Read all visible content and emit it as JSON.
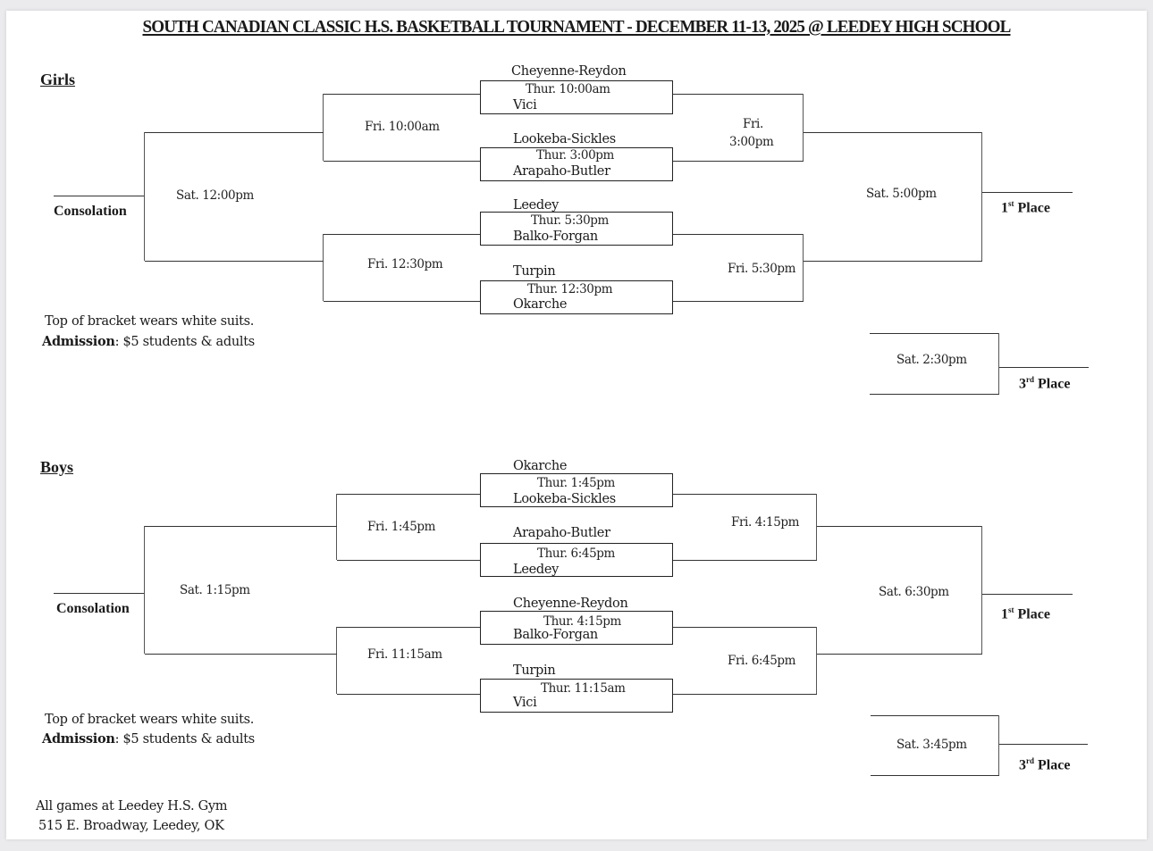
{
  "title": "SOUTH CANADIAN CLASSIC H.S. BASKETBALL TOURNAMENT - DECEMBER 11-13, 2025 @ LEEDEY HIGH SCHOOL",
  "girls": {
    "heading": "Girls",
    "first_round": [
      {
        "top": "Cheyenne-Reydon",
        "bottom": "Vici",
        "time": "Thur. 10:00am"
      },
      {
        "top": "Lookeba-Sickles",
        "bottom": "Arapaho-Butler",
        "time": "Thur. 3:00pm"
      },
      {
        "top": "Leedey",
        "bottom": "Balko-Forgan",
        "time": "Thur. 5:30pm"
      },
      {
        "top": "Turpin",
        "bottom": "Okarche",
        "time": "Thur. 12:30pm"
      }
    ],
    "consolation_semis": [
      "Fri. 10:00am",
      "Fri. 12:30pm"
    ],
    "consolation_final": "Sat. 12:00pm",
    "consolation_label": "Consolation",
    "semis_line1": "Fri.",
    "semis_line2": "3:00pm",
    "semis_2": "Fri. 5:30pm",
    "championship": "Sat. 5:00pm",
    "first_place": {
      "num": "1",
      "sup": "st",
      "label": "Place"
    },
    "third_place_game": "Sat. 2:30pm",
    "third_place": {
      "num": "3",
      "sup": "rd",
      "label": "Place"
    },
    "note_suits": "Top of bracket wears white suits.",
    "admission_label": "Admission",
    "admission_value": ": $5 students & adults"
  },
  "boys": {
    "heading": "Boys",
    "first_round": [
      {
        "top": "Okarche",
        "bottom": "Lookeba-Sickles",
        "time": "Thur. 1:45pm"
      },
      {
        "top": "Arapaho-Butler",
        "bottom": "Leedey",
        "time": "Thur. 6:45pm"
      },
      {
        "top": "Cheyenne-Reydon",
        "bottom": "Balko-Forgan",
        "time": "Thur. 4:15pm"
      },
      {
        "top": "Turpin",
        "bottom": "Vici",
        "time": "Thur. 11:15am"
      }
    ],
    "consolation_semis": [
      "Fri. 1:45pm",
      "Fri. 11:15am"
    ],
    "consolation_final": "Sat. 1:15pm",
    "consolation_label": "Consolation",
    "semis": [
      "Fri. 4:15pm",
      "Fri. 6:45pm"
    ],
    "championship": "Sat. 6:30pm",
    "first_place": {
      "num": "1",
      "sup": "st",
      "label": "Place"
    },
    "third_place_game": "Sat. 3:45pm",
    "third_place": {
      "num": "3",
      "sup": "rd",
      "label": "Place"
    },
    "note_suits": "Top of bracket wears white suits.",
    "admission_label": "Admission",
    "admission_value": ": $5 students & adults"
  },
  "footer": {
    "venue": "All games at Leedey H.S. Gym",
    "address": "515 E. Broadway, Leedey, OK"
  }
}
